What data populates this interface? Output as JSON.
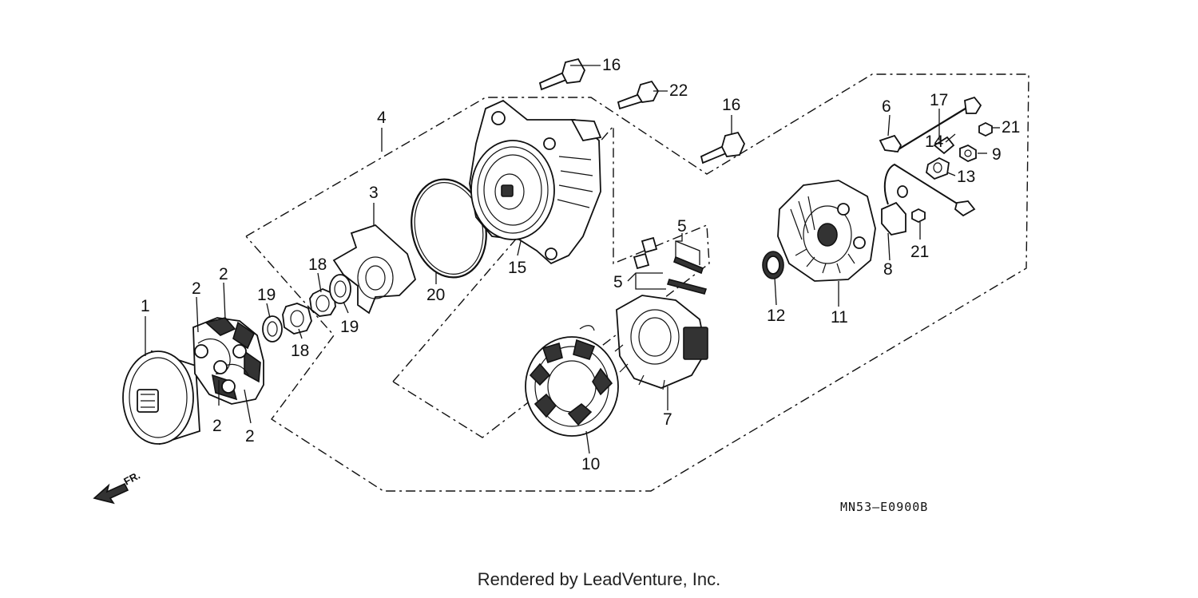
{
  "diagram": {
    "footer": "Rendered by LeadVenture, Inc.",
    "code": "MN53–E0900B",
    "front_label": "FR.",
    "callouts": {
      "c1": "1",
      "c2a": "2",
      "c2b": "2",
      "c2c": "2",
      "c2d": "2",
      "c3": "3",
      "c4": "4",
      "c5a": "5",
      "c5b": "5",
      "c6": "6",
      "c7": "7",
      "c8": "8",
      "c9": "9",
      "c10": "10",
      "c11": "11",
      "c12": "12",
      "c13": "13",
      "c14": "14",
      "c15": "15",
      "c16a": "16",
      "c16b": "16",
      "c17": "17",
      "c18a": "18",
      "c18b": "18",
      "c19a": "19",
      "c19b": "19",
      "c20": "20",
      "c21a": "21",
      "c21b": "21",
      "c22": "22"
    }
  }
}
